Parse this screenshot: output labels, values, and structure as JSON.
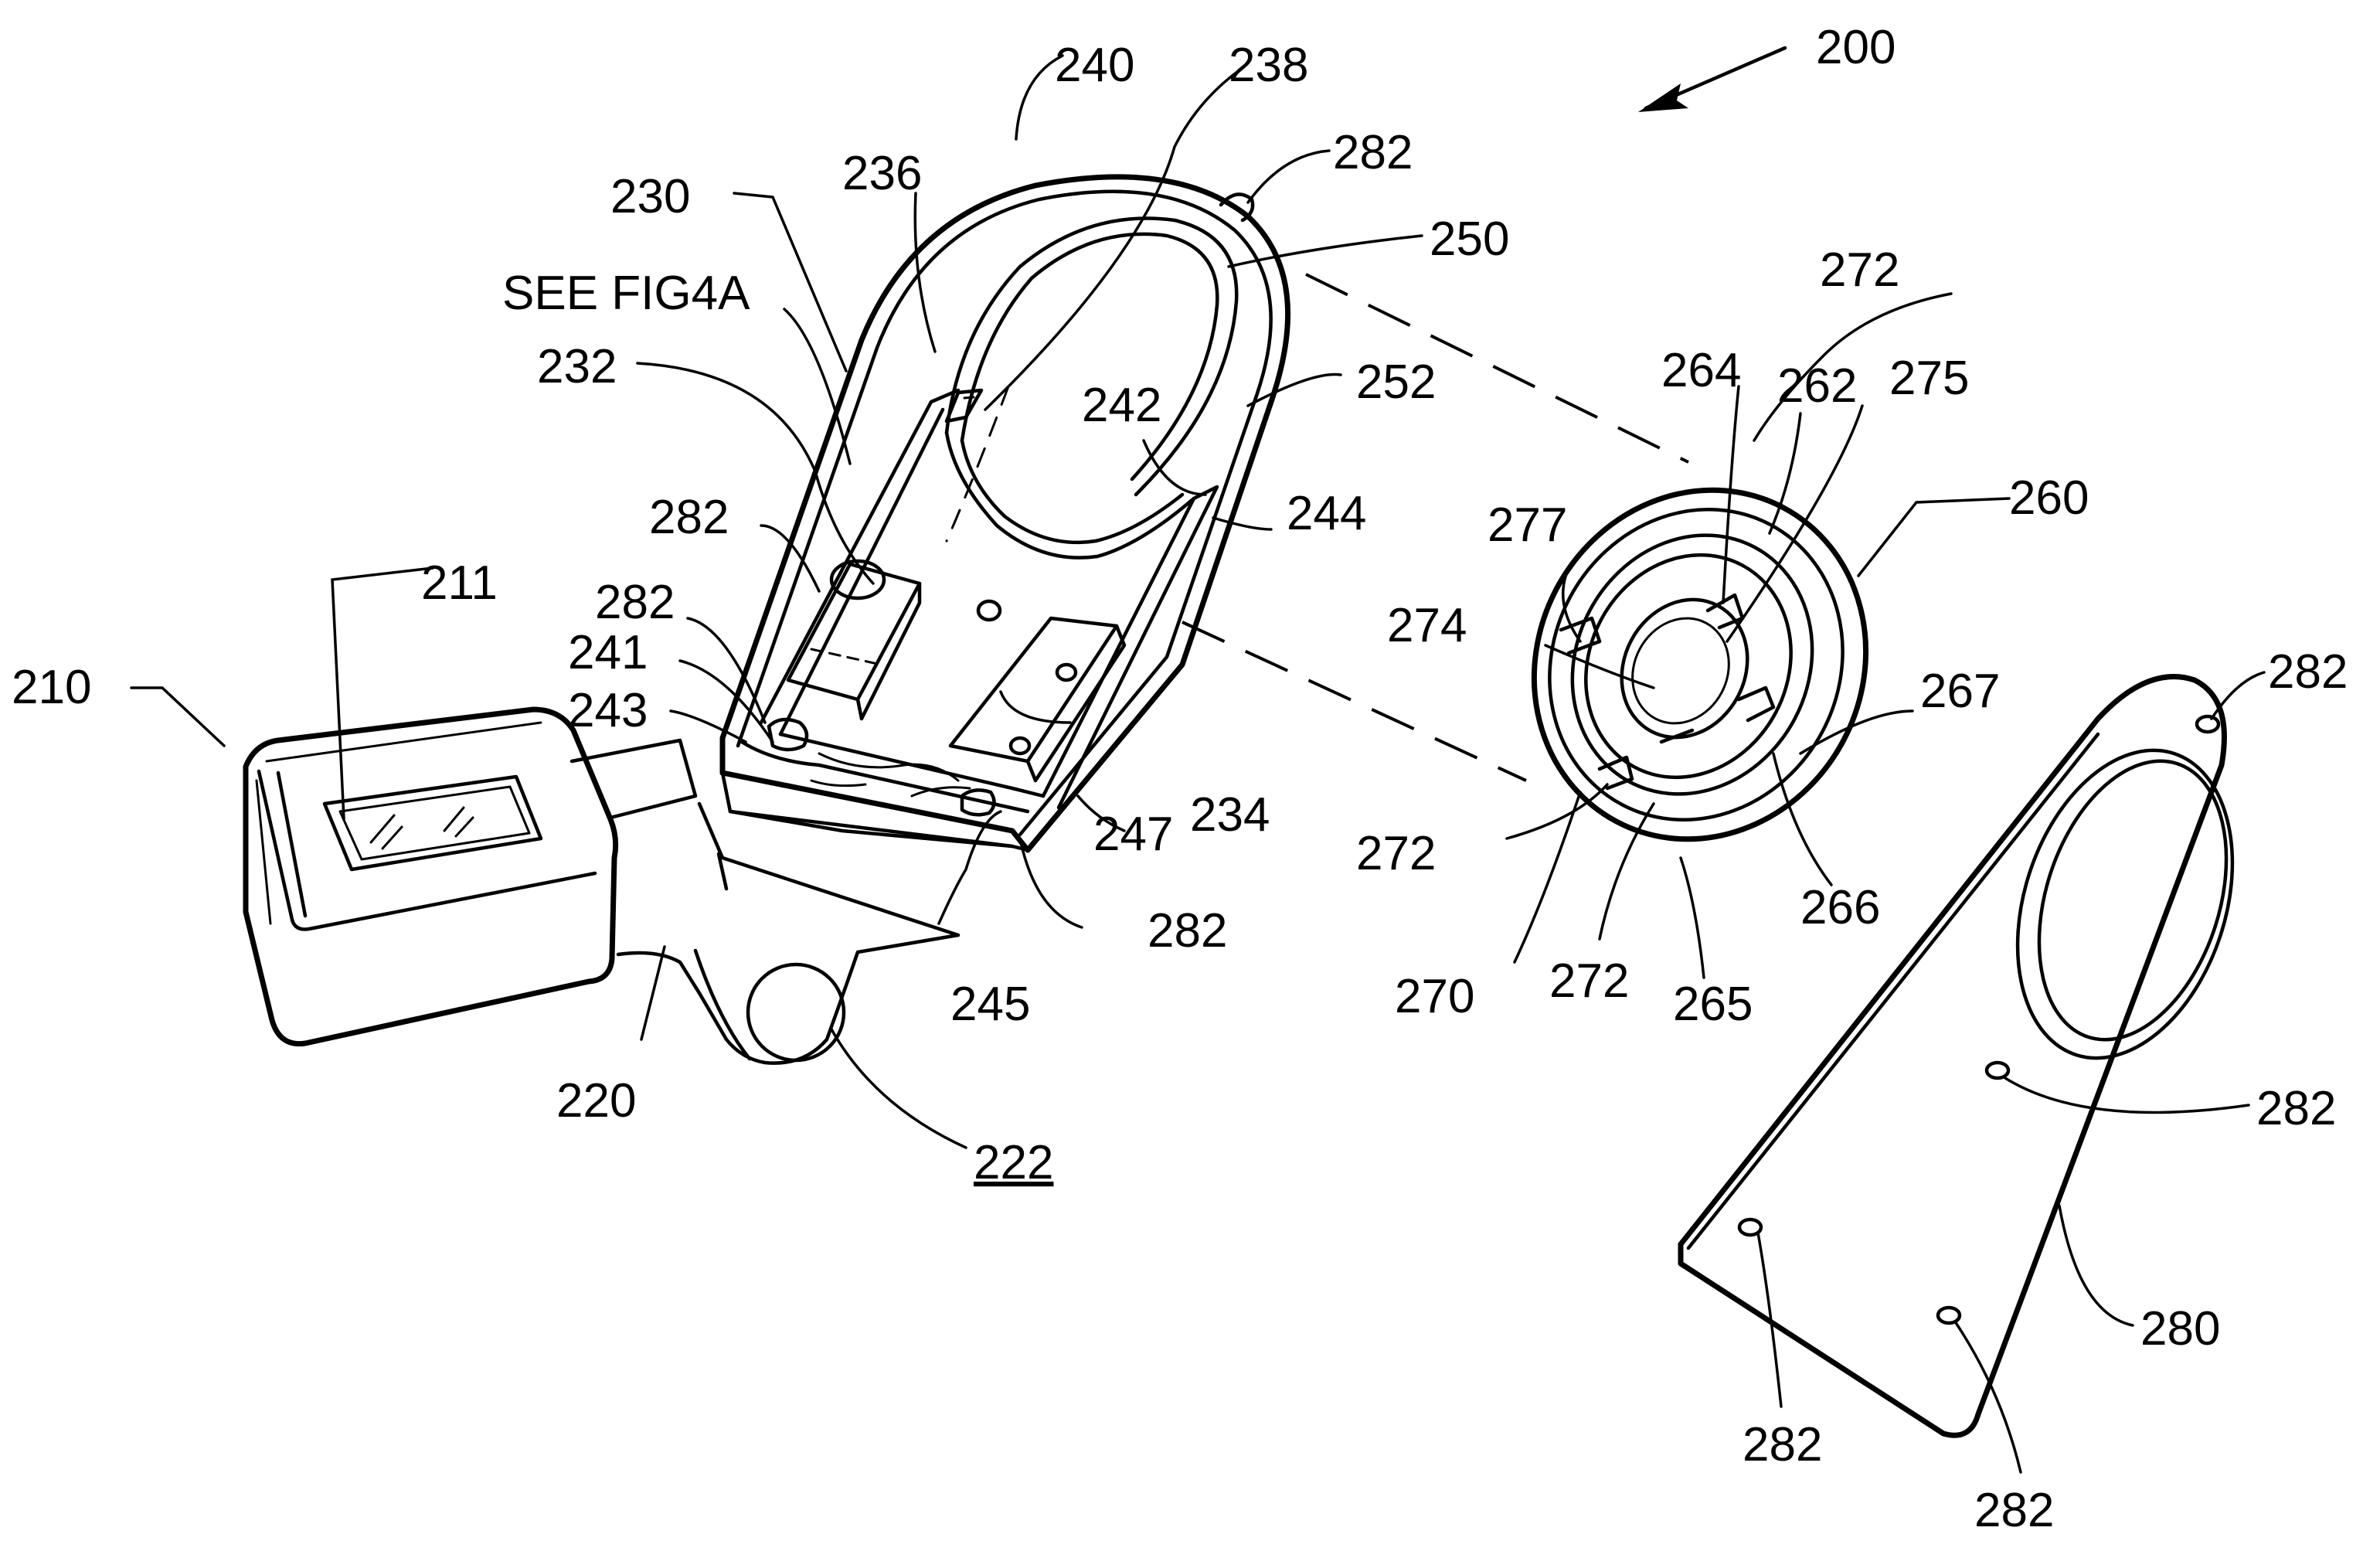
{
  "labels": {
    "l200": "200",
    "l240": "240",
    "l238": "238",
    "l282_top": "282",
    "l250": "250",
    "l230": "230",
    "l236": "236",
    "see_fig": "SEE FIG4A",
    "l272_top": "272",
    "l232": "232",
    "l264": "264",
    "l262": "262",
    "l275": "275",
    "l242": "242",
    "l252": "252",
    "l260": "260",
    "l244": "244",
    "l277": "277",
    "l282_a": "282",
    "l211": "211",
    "l282_b": "282",
    "l274": "274",
    "l241": "241",
    "l210": "210",
    "l243": "243",
    "l267": "267",
    "l282_right": "282",
    "l234": "234",
    "l247": "247",
    "l272_left": "272",
    "l282_mid": "282",
    "l266": "266",
    "l245": "245",
    "l270": "270",
    "l272_bot": "272",
    "l265": "265",
    "l220": "220",
    "l282_plate": "282",
    "l222": "222",
    "l280": "280",
    "l282_bl": "282",
    "l282_br": "282"
  }
}
